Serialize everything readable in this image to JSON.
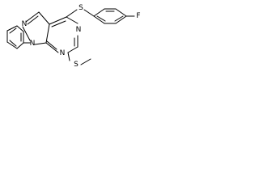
{
  "molecule": {
    "atoms": {
      "fluorine": "F",
      "thioether_sulfur": "S",
      "methylthio_sulfur": "S",
      "n1": "N",
      "n2": "N",
      "n5": "N",
      "n7": "N"
    },
    "colors": {
      "bond": "#000000",
      "label": "#000000",
      "background": "#ffffff"
    }
  }
}
